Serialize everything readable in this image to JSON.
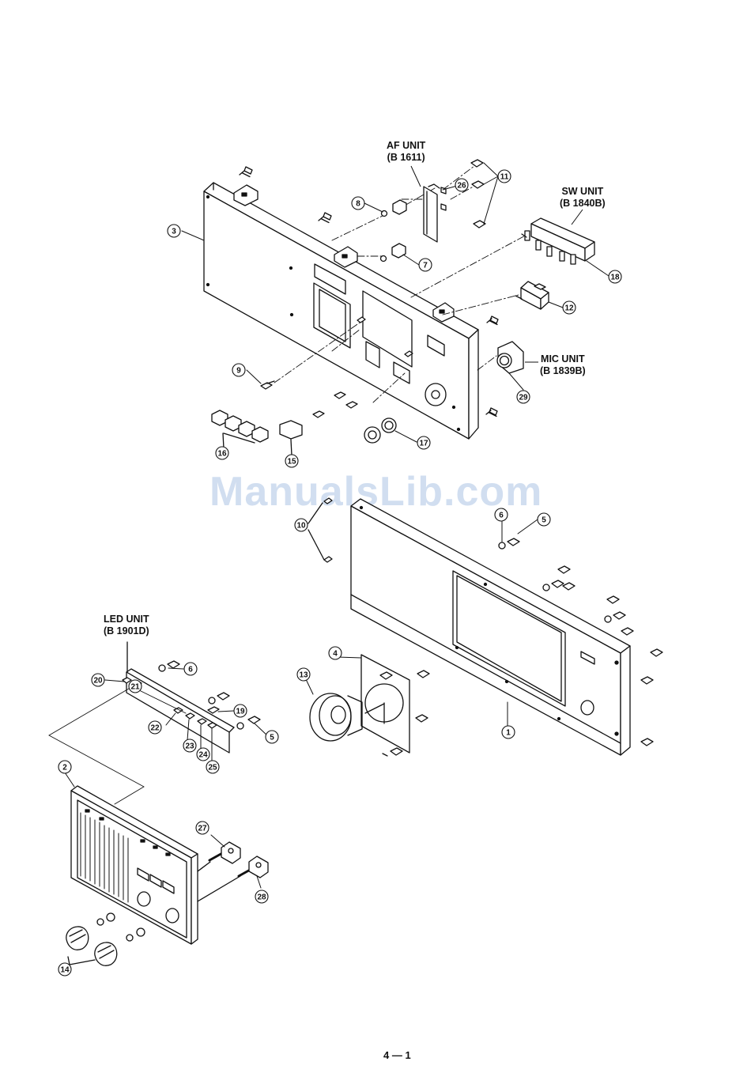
{
  "callouts": [
    {
      "id": "3",
      "n": "3"
    },
    {
      "id": "8",
      "n": "8"
    },
    {
      "id": "26",
      "n": "26"
    },
    {
      "id": "11",
      "n": "11"
    },
    {
      "id": "7",
      "n": "7"
    },
    {
      "id": "18",
      "n": "18"
    },
    {
      "id": "12",
      "n": "12"
    },
    {
      "id": "9",
      "n": "9"
    },
    {
      "id": "29",
      "n": "29"
    },
    {
      "id": "16",
      "n": "16"
    },
    {
      "id": "15",
      "n": "15"
    },
    {
      "id": "17",
      "n": "17"
    },
    {
      "id": "10",
      "n": "10"
    },
    {
      "id": "6a",
      "n": "6"
    },
    {
      "id": "5a",
      "n": "5"
    },
    {
      "id": "4",
      "n": "4"
    },
    {
      "id": "13",
      "n": "13"
    },
    {
      "id": "1",
      "n": "1"
    },
    {
      "id": "20",
      "n": "20"
    },
    {
      "id": "21",
      "n": "21"
    },
    {
      "id": "6b",
      "n": "6"
    },
    {
      "id": "19",
      "n": "19"
    },
    {
      "id": "22",
      "n": "22"
    },
    {
      "id": "23",
      "n": "23"
    },
    {
      "id": "24",
      "n": "24"
    },
    {
      "id": "25",
      "n": "25"
    },
    {
      "id": "5b",
      "n": "5"
    },
    {
      "id": "2",
      "n": "2"
    },
    {
      "id": "27",
      "n": "27"
    },
    {
      "id": "28",
      "n": "28"
    },
    {
      "id": "14",
      "n": "14"
    }
  ],
  "units": {
    "af": {
      "name": "AF UNIT",
      "code": "(B  1611)"
    },
    "sw": {
      "name": "SW UNIT",
      "code": "(B  1840B)"
    },
    "mic": {
      "name": "MIC UNIT",
      "code": "(B  1839B)"
    },
    "led": {
      "name": "LED UNIT",
      "code": "(B  1901D)"
    }
  },
  "watermark": "ManualsLib.com",
  "page_number": "4 — 1"
}
